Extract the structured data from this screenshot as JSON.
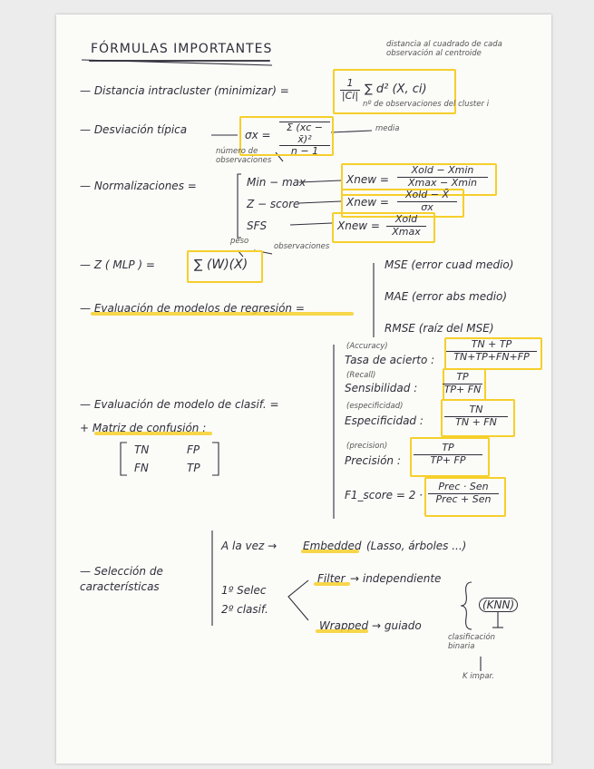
{
  "title": "FÓRMULAS IMPORTANTES",
  "notes": {
    "dist_cuadrado": "distancia al cuadrado de cada observación al centroide",
    "n_obs_cluster": "nº de observaciones del cluster i",
    "media": "media",
    "n_obs": "número de observaciones"
  },
  "distancia": {
    "label": "— Distancia intracluster (minimizar) =",
    "num": "1",
    "den": "|Ci|",
    "rhs": "∑ d² (X, ci)"
  },
  "desviacion": {
    "label": "— Desviación típica",
    "lhs": "σx =",
    "num": "Σ (xc − x̄)²",
    "den": "n − 1"
  },
  "normalizaciones": {
    "label": "— Normalizaciones =",
    "rows": [
      {
        "name": "Min − max",
        "lhs": "Xnew =",
        "num": "Xold − Xmin",
        "den": "Xmax − Xmin"
      },
      {
        "name": "Z − score",
        "lhs": "Xnew =",
        "num": "Xold − X̄",
        "den": "σx"
      },
      {
        "name": "SFS",
        "lhs": "Xnew =",
        "num": "Xold",
        "den": "Xmax"
      }
    ]
  },
  "mlp": {
    "label": "— Z ( MLP ) =",
    "formula": "∑ (W)(X)",
    "peso": "peso",
    "obs": "observaciones"
  },
  "regresion": {
    "label": "— Evaluación de modelos de regresión =",
    "items": [
      "MSE (error cuad medio)",
      "MAE (error abs medio)",
      "RMSE (raíz del MSE)"
    ]
  },
  "clasif": {
    "label": "— Evaluación de modelo de clasif. =",
    "matriz_label": "+ Matriz de confusión :",
    "matriz": [
      [
        "TN",
        "FP"
      ],
      [
        "FN",
        "TP"
      ]
    ],
    "metrics": [
      {
        "small": "(Accuracy)",
        "name": "Tasa de acierto :",
        "num": "TN + TP",
        "den": "TN+TP+FN+FP"
      },
      {
        "small": "(Recall)",
        "name": "Sensibilidad :",
        "num": "TP",
        "den": "TP+ FN"
      },
      {
        "small": "(especificidad)",
        "name": "Especificidad :",
        "num": "TN",
        "den": "TN + FN"
      },
      {
        "small": "(precision)",
        "name": "Precisión :",
        "num": "TP",
        "den": "TP+ FP"
      },
      {
        "small": "",
        "name": "F1_score = 2 ·",
        "num": "Prec · Sen",
        "den": "Prec + Sen"
      }
    ]
  },
  "seleccion": {
    "label": "— Selección de características",
    "a_la_vez": "A la vez →",
    "embedded": "Embedded",
    "embedded_ex": "(Lasso, árboles ...)",
    "paso1": "1º Selec",
    "paso2": "2º clasif.",
    "filter": "Filter",
    "filter_desc": "→ independiente",
    "wrapped": "Wrapped",
    "wrapped_desc": "→ guiado",
    "knn": "(KNN)",
    "nota1": "clasificación binaria",
    "nota2": "K impar."
  }
}
